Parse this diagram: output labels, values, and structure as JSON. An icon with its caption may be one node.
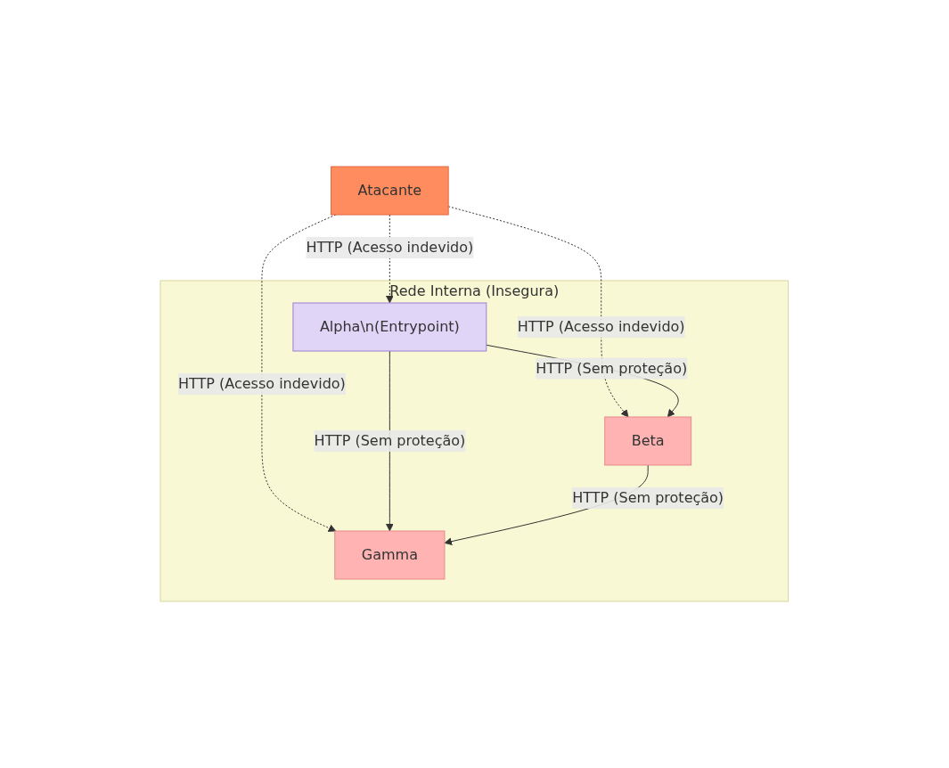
{
  "diagram": {
    "nodes": [
      {
        "text": [
          "Atacante"
        ]
      },
      {
        "text": [
          "Rede Interna (Insegura)"
        ]
      },
      {
        "text": [
          "Alpha\\n(Entrypoint)"
        ],
        "in": 1
      },
      {
        "text": [
          "Beta"
        ],
        "in": 1
      },
      {
        "text": [
          "Gamma"
        ],
        "in": 1
      }
    ],
    "edges": [
      {
        "from": 0,
        "to": 2,
        "arrow": "to",
        "label": "HTTP (Acesso indevido)",
        "style": "dashed"
      },
      {
        "from": 0,
        "to": 3,
        "arrow": "to",
        "label": "HTTP (Acesso indevido)",
        "style": "dashed"
      },
      {
        "from": 0,
        "to": 4,
        "arrow": "to",
        "label": "HTTP (Acesso indevido)",
        "style": "dashed"
      },
      {
        "from": 2,
        "to": 3,
        "arrow": "to",
        "label": "HTTP (Sem proteção)"
      },
      {
        "from": 2,
        "to": 4,
        "arrow": "to",
        "label": "HTTP (Sem proteção)"
      },
      {
        "from": 3,
        "to": 4,
        "arrow": "to",
        "label": "HTTP (Sem proteção)"
      }
    ]
  }
}
